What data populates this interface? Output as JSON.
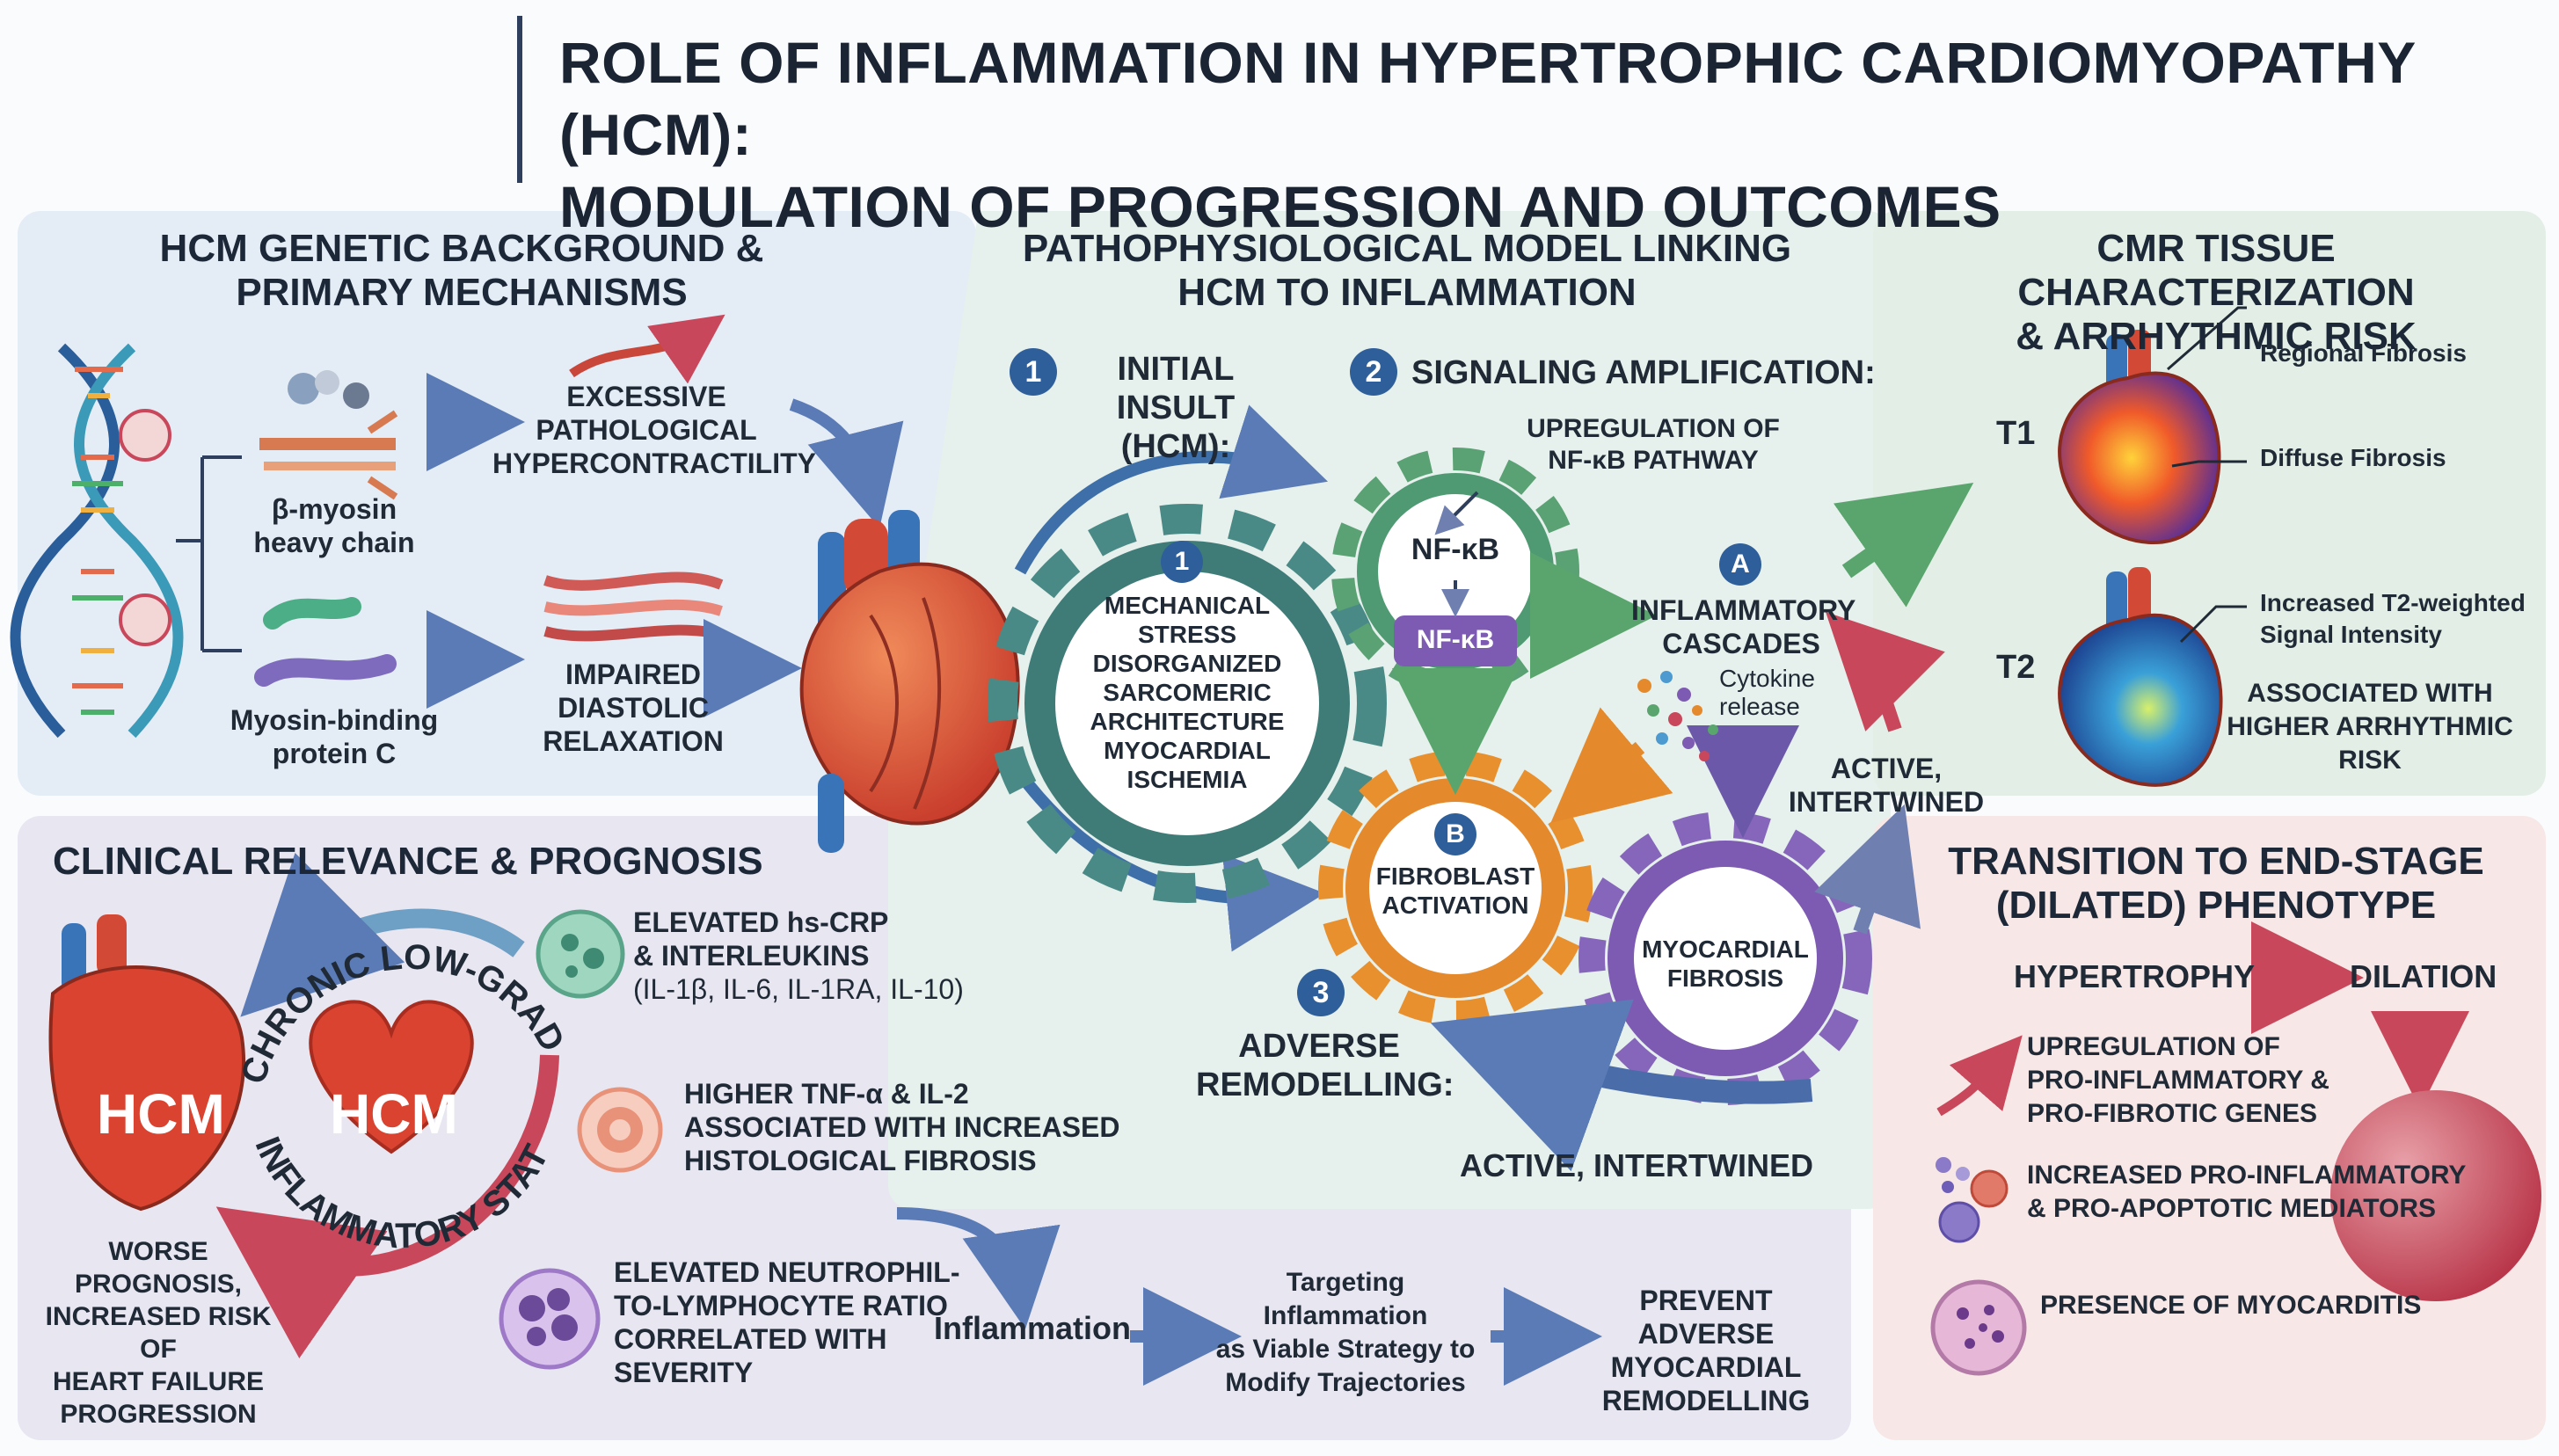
{
  "title": {
    "line1": "ROLE OF INFLAMMATION IN HYPERTROPHIC CARDIOMYOPATHY (HCM):",
    "line2": "MODULATION OF PROGRESSION AND OUTCOMES"
  },
  "genetic": {
    "heading1": "HCM GENETIC BACKGROUND &",
    "heading2": "PRIMARY MECHANISMS",
    "gene1_l1": "β-myosin",
    "gene1_l2": "heavy chain",
    "gene2_l1": "Myosin-binding",
    "gene2_l2": "protein C",
    "effect1_l1": "EXCESSIVE",
    "effect1_l2": "PATHOLOGICAL",
    "effect1_l3": "HYPERCONTRACTILITY",
    "effect2_l1": "IMPAIRED",
    "effect2_l2": "DIASTOLIC",
    "effect2_l3": "RELAXATION"
  },
  "patho": {
    "heading1": "PATHOPHYSIOLOGICAL MODEL LINKING",
    "heading2": "HCM TO INFLAMMATION",
    "step1_num": "1",
    "step1_l1": "INITIAL INSULT",
    "step1_l2": "(HCM):",
    "step2_num": "2",
    "step2_label": "SIGNALING AMPLIFICATION:",
    "nfkb_note_l1": "UPREGULATION OF",
    "nfkb_note_l2": "NF-κB PATHWAY",
    "gear1_num": "1",
    "gear1_l1": "MECHANICAL",
    "gear1_l2": "STRESS",
    "gear1_l3": "DISORGANIZED",
    "gear1_l4": "SARCOMERIC",
    "gear1_l5": "ARCHITECTURE",
    "gear1_l6": "MYOCARDIAL",
    "gear1_l7": "ISCHEMIA",
    "nfkb_top": "NF-κB",
    "nfkb_box": "NF-κB",
    "a_badge": "A",
    "inflam_l1": "INFLAMMATORY",
    "inflam_l2": "CASCADES",
    "cytokine_l1": "Cytokine",
    "cytokine_l2": "release",
    "b_badge": "B",
    "fibro_l1": "FIBROBLAST",
    "fibro_l2": "ACTIVATION",
    "myo_l1": "MYOCARDIAL",
    "myo_l2": "FIBROSIS",
    "active1_l1": "ACTIVE,",
    "active1_l2": "INTERTWINED",
    "step3_num": "3",
    "step3_l1": "ADVERSE",
    "step3_l2": "REMODELLING:",
    "active2": "ACTIVE, INTERTWINED"
  },
  "cmr": {
    "heading1": "CMR TISSUE CHARACTERIZATION",
    "heading2": "& ARRHYTHMIC RISK",
    "t1": "T1",
    "t2": "T2",
    "regional": "Regional Fibrosis",
    "diffuse": "Diffuse Fibrosis",
    "t2sig_l1": "Increased T2-weighted",
    "t2sig_l2": "Signal Intensity",
    "assoc_l1": "ASSOCIATED WITH",
    "assoc_l2": "HIGHER ARRHYTHMIC RISK"
  },
  "clinical": {
    "heading": "CLINICAL RELEVANCE & PROGNOSIS",
    "hcm_big": "HCM",
    "hcm_center": "HCM",
    "arc_top": "CHRONIC LOW-GRADE",
    "arc_bottom": "INFLAMMATORY STATE",
    "worse_l1": "WORSE",
    "worse_l2": "PROGNOSIS,",
    "worse_l3": "INCREASED RISK OF",
    "worse_l4": "HEART FAILURE",
    "worse_l5": "PROGRESSION",
    "crp_l1": "ELEVATED hs-CRP",
    "crp_l2": "& INTERLEUKINS",
    "crp_l3": "(IL-1β, IL-6, IL-1RA, IL-10)",
    "tnf_l1": "HIGHER TNF-α & IL-2",
    "tnf_l2": "ASSOCIATED WITH INCREASED",
    "tnf_l3": "HISTOLOGICAL FIBROSIS",
    "nlr_l1": "ELEVATED NEUTROPHIL-",
    "nlr_l2": "TO-LYMPHOCYTE RATIO",
    "nlr_l3": "CORRELATED WITH",
    "nlr_l4": "SEVERITY",
    "inflammation": "Inflammation",
    "target_l1": "Targeting Inflammation",
    "target_l2": "as Viable Strategy to",
    "target_l3": "Modify Trajectories",
    "prevent_l1": "PREVENT ADVERSE",
    "prevent_l2": "MYOCARDIAL",
    "prevent_l3": "REMODELLING"
  },
  "transition": {
    "heading1": "TRANSITION TO END-STAGE",
    "heading2": "(DILATED) PHENOTYPE",
    "hypertrophy": "HYPERTROPHY",
    "dilation": "DILATION",
    "up_l1": "UPREGULATION OF",
    "up_l2": "PRO-INFLAMMATORY &",
    "up_l3": "PRO-FIBROTIC GENES",
    "med_l1": "INCREASED PRO-INFLAMMATORY",
    "med_l2": "& PRO-APOPTOTIC MEDIATORS",
    "myocarditis": "PRESENCE OF MYOCARDITIS"
  },
  "colors": {
    "navy": "#2d3f5c",
    "badge_blue": "#2f5f9a",
    "gear_teal": "#3f7c78",
    "gear_green": "#4f9a72",
    "gear_orange": "#e58a2c",
    "gear_purple": "#7e5bb3",
    "heart_red": "#d9432f",
    "arrow_red": "#c9475a"
  }
}
